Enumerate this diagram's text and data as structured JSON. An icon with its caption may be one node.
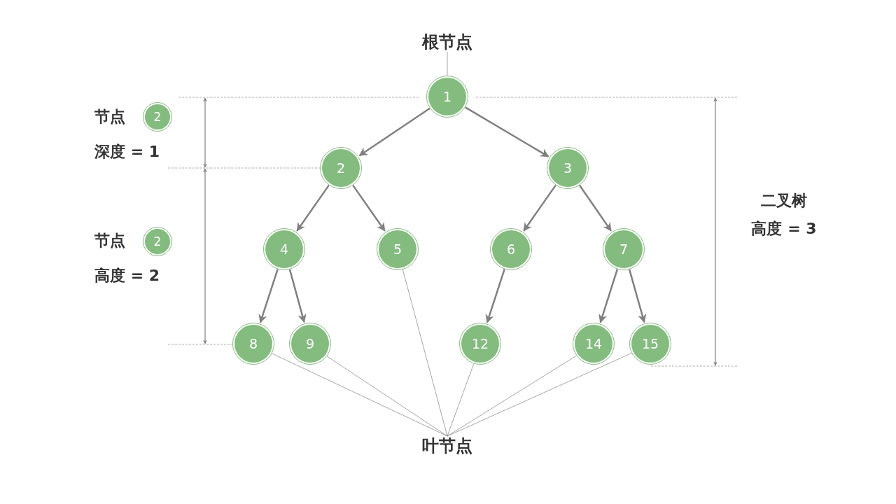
{
  "diagram": {
    "nodes": [
      {
        "text": [
          "根节点"
        ]
      },
      {
        "text": [
          "1"
        ]
      },
      {
        "text": [
          "2"
        ]
      },
      {
        "text": [
          "2"
        ]
      },
      {
        "text": [
          "3"
        ]
      },
      {
        "text": [
          "2"
        ]
      },
      {
        "text": [
          "4"
        ]
      },
      {
        "text": [
          "5"
        ]
      },
      {
        "text": [
          "6"
        ]
      },
      {
        "text": [
          "7"
        ]
      },
      {
        "text": [
          "8"
        ]
      },
      {
        "text": [
          "9"
        ]
      },
      {
        "text": [
          "12"
        ]
      },
      {
        "text": [
          "14"
        ]
      },
      {
        "text": [
          "15"
        ]
      },
      {
        "text": [
          "叶节点"
        ]
      }
    ],
    "edges": [
      {
        "from": 0,
        "to": 1,
        "arrow": "none"
      },
      {
        "from": 1,
        "to": 3,
        "arrow": "to"
      },
      {
        "from": 1,
        "to": 4,
        "arrow": "to"
      },
      {
        "from": 3,
        "to": 6,
        "arrow": "to"
      },
      {
        "from": 3,
        "to": 7,
        "arrow": "to"
      },
      {
        "from": 4,
        "to": 8,
        "arrow": "to"
      },
      {
        "from": 4,
        "to": 9,
        "arrow": "to"
      },
      {
        "from": 6,
        "to": 10,
        "arrow": "to"
      },
      {
        "from": 6,
        "to": 11,
        "arrow": "to"
      },
      {
        "from": 8,
        "to": 12,
        "arrow": "to"
      },
      {
        "from": 9,
        "to": 13,
        "arrow": "to"
      },
      {
        "from": 9,
        "to": 14,
        "arrow": "to"
      },
      {
        "from": 15,
        "to": 10,
        "arrow": "none"
      },
      {
        "from": 15,
        "to": 11,
        "arrow": "none"
      },
      {
        "from": 15,
        "to": 7,
        "arrow": "none"
      },
      {
        "from": 15,
        "to": 12,
        "arrow": "none"
      },
      {
        "from": 15,
        "to": 13,
        "arrow": "none"
      },
      {
        "from": 15,
        "to": 14,
        "arrow": "none"
      }
    ],
    "labels": [
      "节点",
      "深度 = 1",
      "节点",
      "高度 = 2",
      "二叉树",
      "高度 = 3"
    ]
  }
}
